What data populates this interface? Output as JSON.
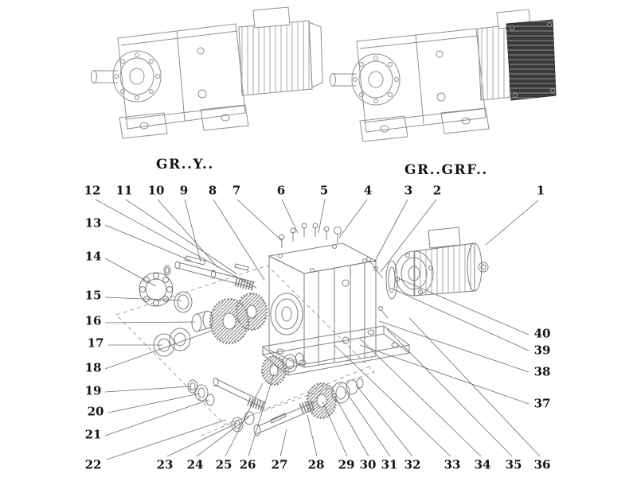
{
  "labels": {
    "left": "GR..Y..",
    "right": "GR..GRF.."
  },
  "callouts": {
    "top": [
      "12",
      "11",
      "10",
      "9",
      "8",
      "7",
      "6",
      "5",
      "4",
      "3",
      "2",
      "1"
    ],
    "left": [
      "13",
      "14",
      "15",
      "16",
      "17",
      "18",
      "19",
      "20",
      "21",
      "22"
    ],
    "bottom": [
      "23",
      "24",
      "25",
      "26",
      "27",
      "28",
      "29",
      "30",
      "31",
      "32",
      "33",
      "34",
      "35",
      "36"
    ],
    "right": [
      "40",
      "39",
      "38",
      "37"
    ]
  },
  "colors": {
    "line": "#8f8f8f",
    "leader": "#6a6a6a",
    "dark_cover": "#3a3a3a",
    "text": "#141414",
    "background": "#ffffff"
  }
}
